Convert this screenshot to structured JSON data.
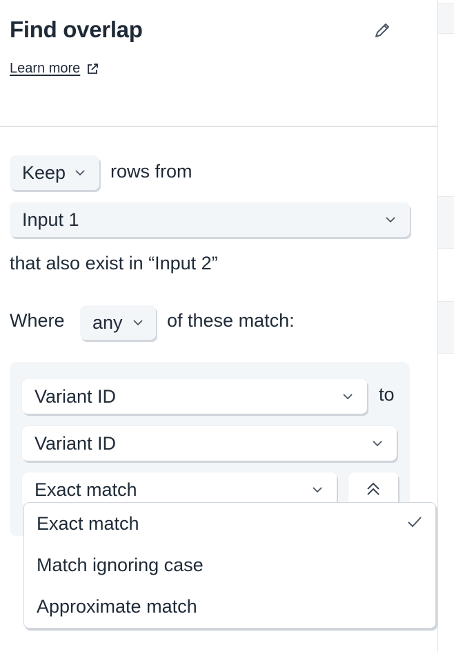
{
  "header": {
    "title": "Find overlap",
    "learn_more": "Learn more"
  },
  "config": {
    "keep_mode": "Keep",
    "rows_from_text": "rows from",
    "source_input": "Input 1",
    "also_exist_text": "that also exist in “Input 2”",
    "where_text": "Where",
    "match_quantifier": "any",
    "of_these_text": "of these match:"
  },
  "condition": {
    "left_column": "Variant ID",
    "to_text": "to",
    "right_column": "Variant ID",
    "match_type": "Exact match"
  },
  "match_menu": {
    "options": [
      "Exact match",
      "Match ignoring case",
      "Approximate match"
    ],
    "selected": "Exact match"
  },
  "icons": {
    "edit": "pencil-icon",
    "external": "external-link-icon",
    "dropdown": "chevron-down-icon",
    "collapse": "double-chevron-up-icon",
    "selected": "check-icon"
  },
  "colors": {
    "text": "#1f2a37",
    "select_bg": "#f3f6f9",
    "group_bg": "#f3f6f9",
    "border": "#dfe3e8"
  }
}
